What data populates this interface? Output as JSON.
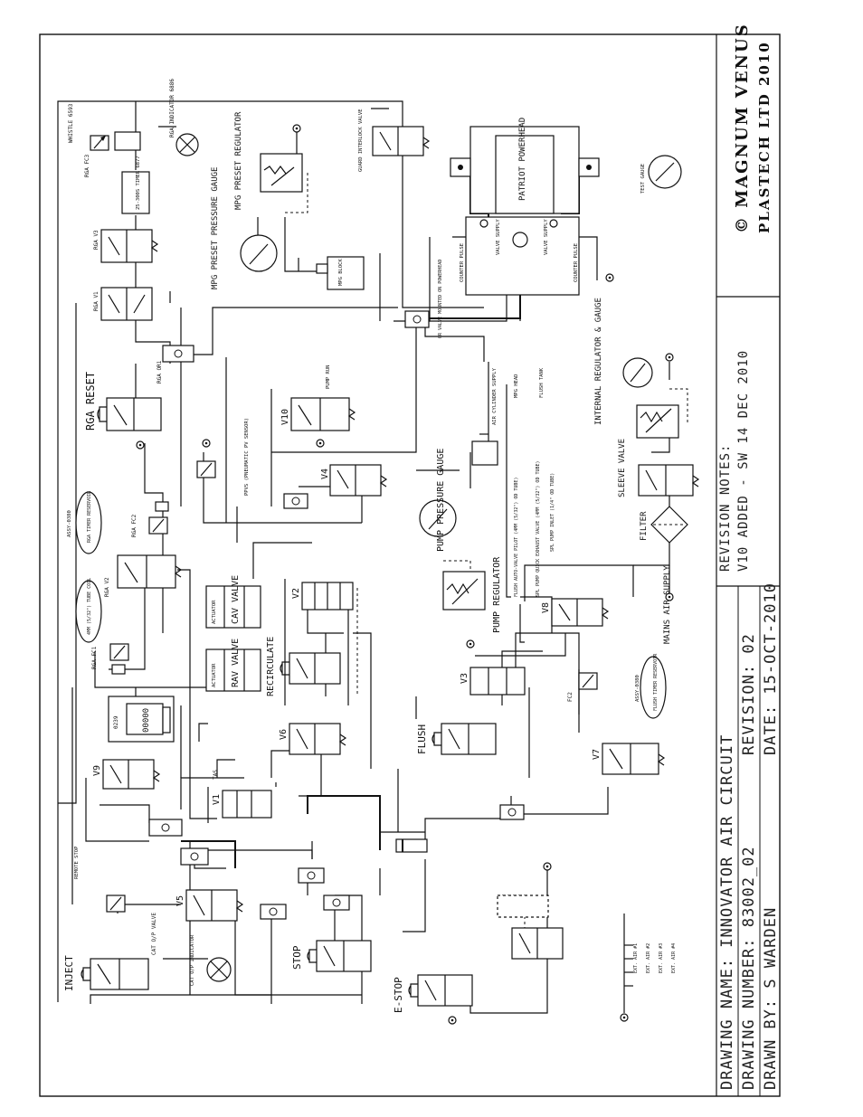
{
  "title_block": {
    "copyright_line1": "© MAGNUM VENUS",
    "copyright_line2": "PLASTECH LTD 2010",
    "revision_notes_heading": "REVISION NOTES:",
    "revision_notes_text": "V10 ADDED - SW 14 DEC 2010",
    "drawing_name": "DRAWING NAME: INNOVATOR AIR CIRCUIT",
    "drawing_number": "DRAWING NUMBER: 83002_02",
    "drawn_by": "DRAWN BY: S WARDEN",
    "revision": "REVISION: 02",
    "date": "DATE: 15-OCT-2010"
  },
  "components": {
    "whistle": "WHISTLE 6593",
    "rga_fc3": "RGA FC3",
    "rga_indicator": "RGA INDICATOR 6886",
    "timer": "25-300S TIMER 6877",
    "rga_v3": "RGA V3",
    "rga_v1": "RGA V1",
    "rga_or1": "RGA OR1",
    "rga_reset": "RGA RESET",
    "mpg_preset_regulator": "MPG PRESET REGULATOR",
    "mpg_preset_gauge": "MPG PRESET PRESSURE GAUGE",
    "mpg_block": "MPG BLOCK",
    "guard_interlock": "GUARD INTERLOCK VALVE",
    "patriot": "PATRIOT POWERHEAD",
    "valve_supply_top": "VALVE SUPPLY",
    "valve_supply_bottom": "VALVE SUPPLY",
    "counter_pulse_top": "COUNTER PULSE",
    "counter_pulse_bottom": "COUNTER PULSE",
    "or_valve_mounted": "OR VALVE MOUNTED ON POWERHEAD",
    "test_gauge": "TEST GAUGE",
    "air_cylinder_supply": "AIR CYLINDER SUPPLY",
    "mpg_head": "MPG HEAD",
    "flush_tank": "FLUSH TANK",
    "pump_pressure_gauge": "PUMP PRESSURE GAUGE",
    "pump_regulator": "PUMP REGULATOR",
    "ppvs": "PPVS (PNEUMATIC PV SENSOR)",
    "v10": "V10",
    "pump_run": "PUMP RUN",
    "v4": "V4",
    "v2": "V2",
    "v3": "V3",
    "v6": "V6",
    "v7": "V7",
    "v8": "V8",
    "v9": "V9",
    "v1": "V1",
    "v5": "V5",
    "rga_timer_reservoir": "RGA TIMER RESERVOIR",
    "tube_coil": "4MM (5/32\") TUBE COIL",
    "rga_fc2": "RGA FC2",
    "rga_v2": "RGA V2",
    "rga_fc1": "RGA FC1",
    "cav_valve": "CAV VALVE",
    "rav_valve": "RAV VALVE",
    "actuator": "ACTUATOR",
    "recirculate": "RECIRCULATE",
    "flush": "FLUSH",
    "stop": "STOP",
    "e_stop": "E-STOP",
    "inject": "INJECT",
    "cat_op_valve": "CAT O/P VALVE",
    "cat_op_indicator": "CAT O/P INDICATOR",
    "remote_stop": "REMOTE STOP",
    "internal_regulator": "INTERNAL REGULATOR & GAUGE",
    "sleeve_valve": "SLEEVE VALVE",
    "filter": "FILTER",
    "mains_air": "MAINS AIR SUPPLY",
    "flush_timer_reservoir": "FLUSH TIMER RESERVOIR",
    "fc2": "FC2",
    "counter_0239": "0239",
    "counter_digits": "00000",
    "tas": "TAS",
    "flush_auto_valve_pilot": "FLUSH AUTO-VALVE PILOT (4MM (5/32\") OD TUBE)",
    "spl_pump_quick_exhaust": "SPL PUMP QUICK EXHAUST VALVE (4MM (5/32\") OD TUBE)",
    "spl_pump_inlet": "SPL PUMP INLET (1/4\" OD TUBE)",
    "ext_air": [
      "EXT. AIR #1",
      "EXT. AIR #2",
      "EXT. AIR #3",
      "EXT. AIR #4"
    ],
    "assy_0380_a": "ASSY-0380",
    "assy_0380_b": "ASSY-0380"
  },
  "accent_color": "#111111"
}
